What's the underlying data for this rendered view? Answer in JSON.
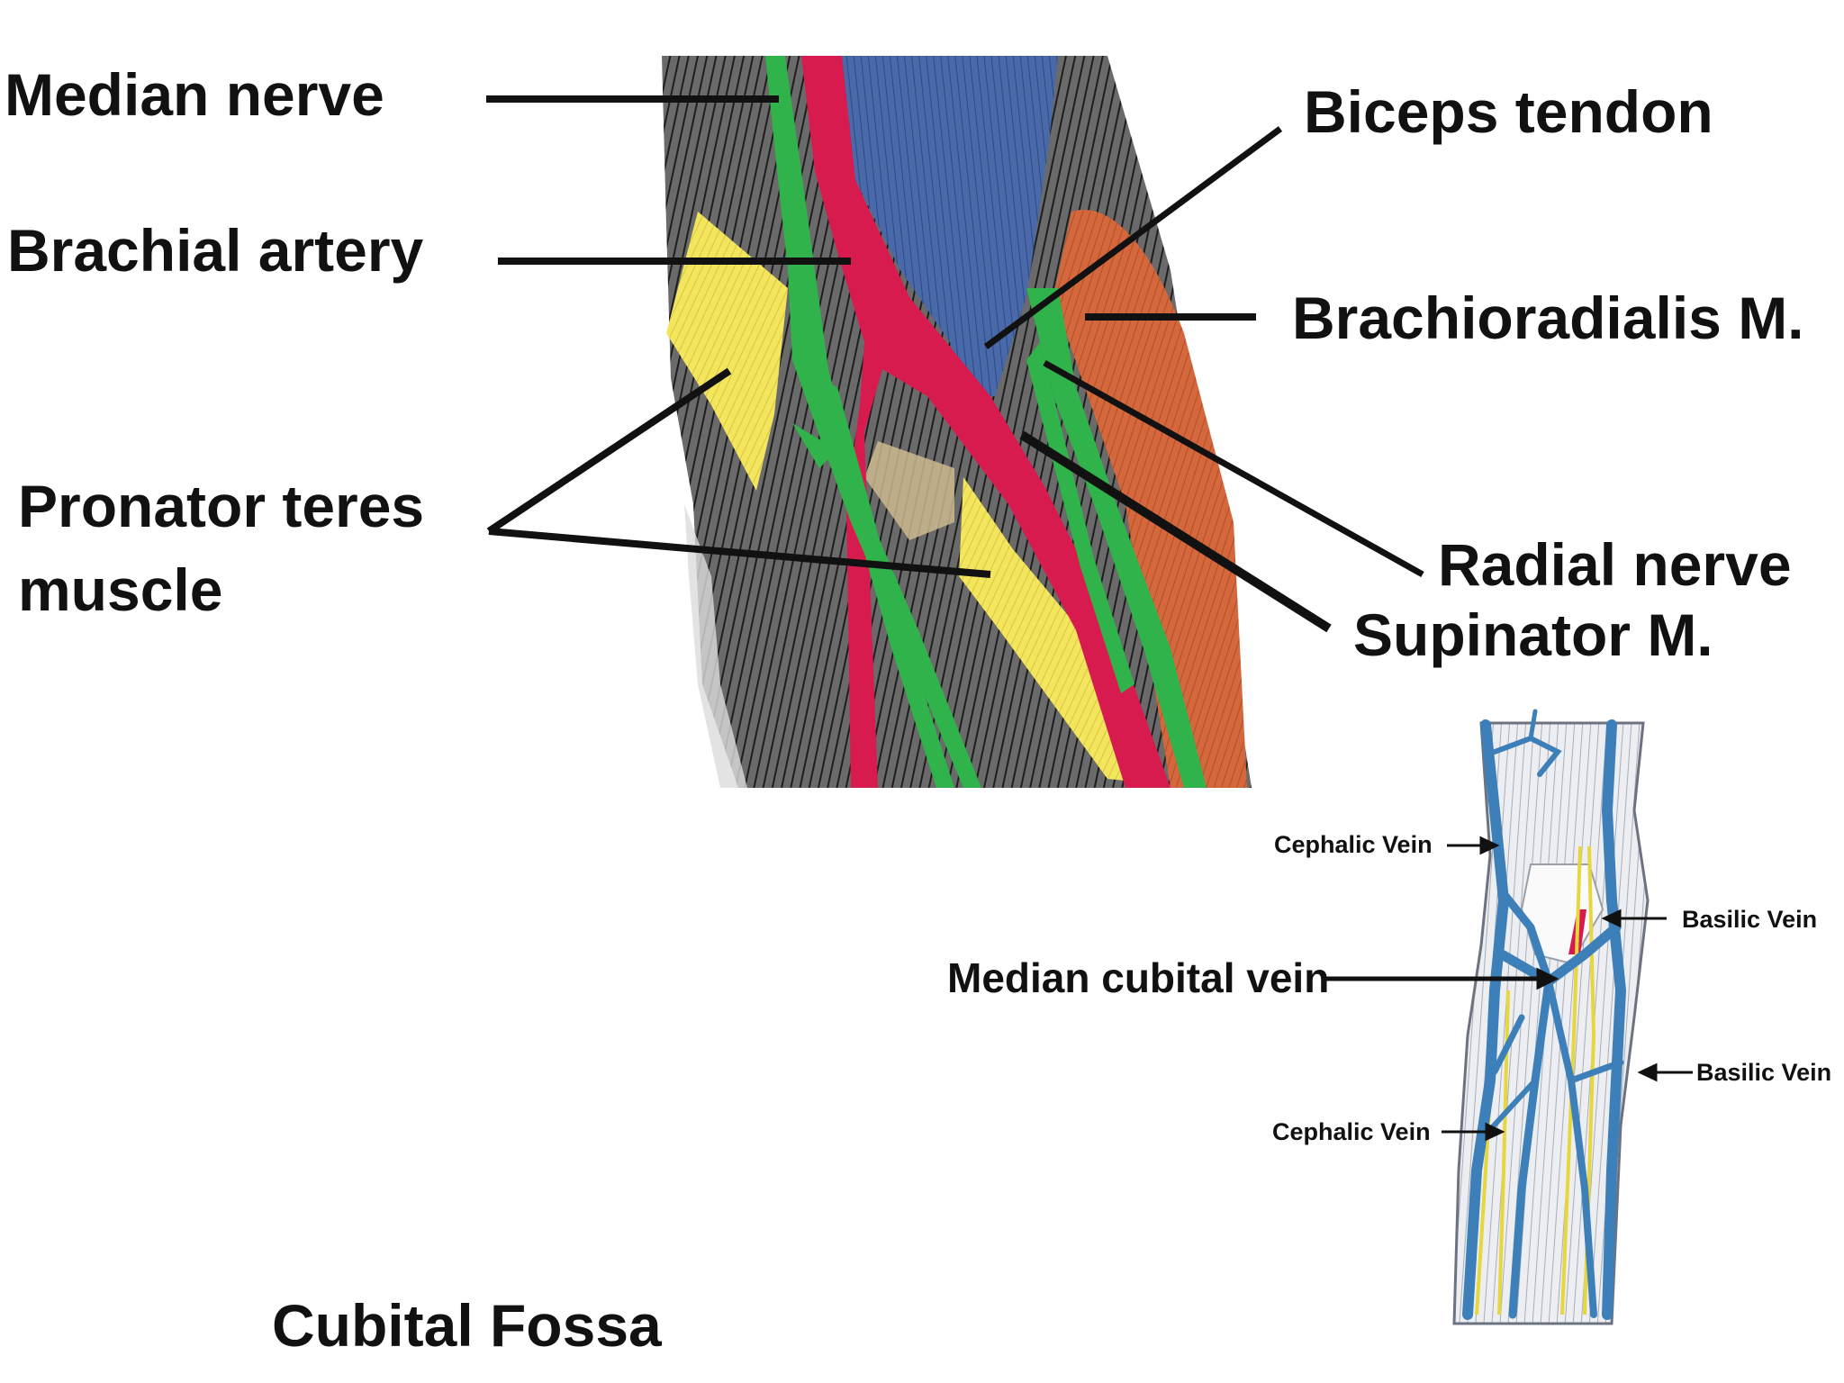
{
  "labels": {
    "median_nerve": "Median nerve",
    "brachial_artery": "Brachial artery",
    "biceps_tendon": "Biceps tendon",
    "brachioradialis": "Brachioradialis M.",
    "pronator_line1": "Pronator teres",
    "pronator_line2": "muscle",
    "radial_nerve": "Radial nerve",
    "supinator": "Supinator M.",
    "cephalic_vein_top": "Cephalic Vein",
    "basilic_vein_top": "Basilic Vein",
    "median_cubital_vein": "Median cubital vein",
    "basilic_vein_bottom": "Basilic Vein",
    "cephalic_vein_bottom": "Cephalic Vein"
  },
  "title": "Cubital Fossa",
  "colors": {
    "biceps_tendon": "#4a69a8",
    "artery": "#d81b4e",
    "nerve": "#2fb34a",
    "pronator_teres": "#f0e05a",
    "brachioradialis": "#d4683c",
    "veins": "#3d7fb8",
    "leader_lines": "#111111"
  }
}
